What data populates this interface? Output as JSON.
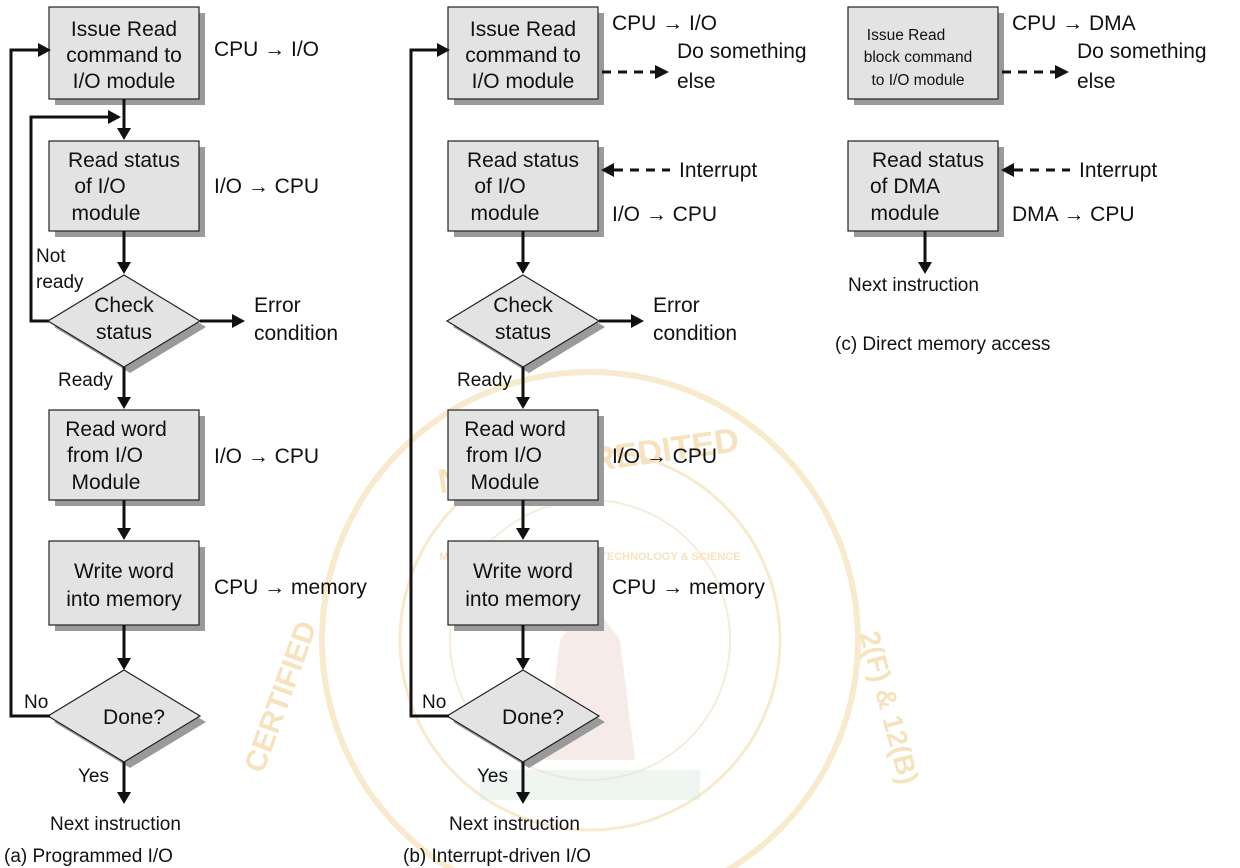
{
  "watermark": {
    "top_text": "NBA ACCREDITED",
    "left_text": "CERTIFIED",
    "right_text": "2(F) & 12(B)",
    "inner_text": "MALLA REDDY INSTITUTE OF TECHNOLOGY & SCIENCE",
    "color": "#f3d9a8"
  },
  "panel_a": {
    "caption": "(a) Programmed I/O",
    "box1": [
      "Issue Read",
      "command to",
      "I/O module"
    ],
    "box1_note": "CPU → I/O",
    "box2": [
      "Read status",
      "of I/O",
      "module"
    ],
    "box2_note": "I/O → CPU",
    "not_ready": [
      "Not",
      "ready"
    ],
    "check": [
      "Check",
      "status"
    ],
    "error": [
      "Error",
      "condition"
    ],
    "ready": "Ready",
    "box3": [
      "Read word",
      "from I/O",
      "Module"
    ],
    "box3_note": "I/O → CPU",
    "box4": [
      "Write word",
      "into memory"
    ],
    "box4_note": "CPU → memory",
    "no": "No",
    "done": "Done?",
    "yes": "Yes",
    "next": "Next instruction"
  },
  "panel_b": {
    "caption": "(b) Interrupt-driven I/O",
    "box1": [
      "Issue Read",
      "command to",
      "I/O module"
    ],
    "box1_note": "CPU → I/O",
    "do_else": [
      "Do something",
      "else"
    ],
    "box2": [
      "Read status",
      "of I/O",
      "module"
    ],
    "interrupt": "Interrupt",
    "box2_note": "I/O → CPU",
    "check": [
      "Check",
      "status"
    ],
    "error": [
      "Error",
      "condition"
    ],
    "ready": "Ready",
    "box3": [
      "Read word",
      "from I/O",
      "Module"
    ],
    "box3_note": "I/O → CPU",
    "box4": [
      "Write word",
      "into memory"
    ],
    "box4_note": "CPU → memory",
    "no": "No",
    "done": "Done?",
    "yes": "Yes",
    "next": "Next instruction"
  },
  "panel_c": {
    "caption": "(c) Direct memory access",
    "box1": [
      "Issue Read",
      "block command",
      "to I/O module"
    ],
    "box1_note": "CPU → DMA",
    "do_else": [
      "Do something",
      "else"
    ],
    "box2": [
      "Read status",
      "of DMA",
      "module"
    ],
    "interrupt": "Interrupt",
    "box2_note": "DMA → CPU",
    "next": "Next instruction"
  }
}
